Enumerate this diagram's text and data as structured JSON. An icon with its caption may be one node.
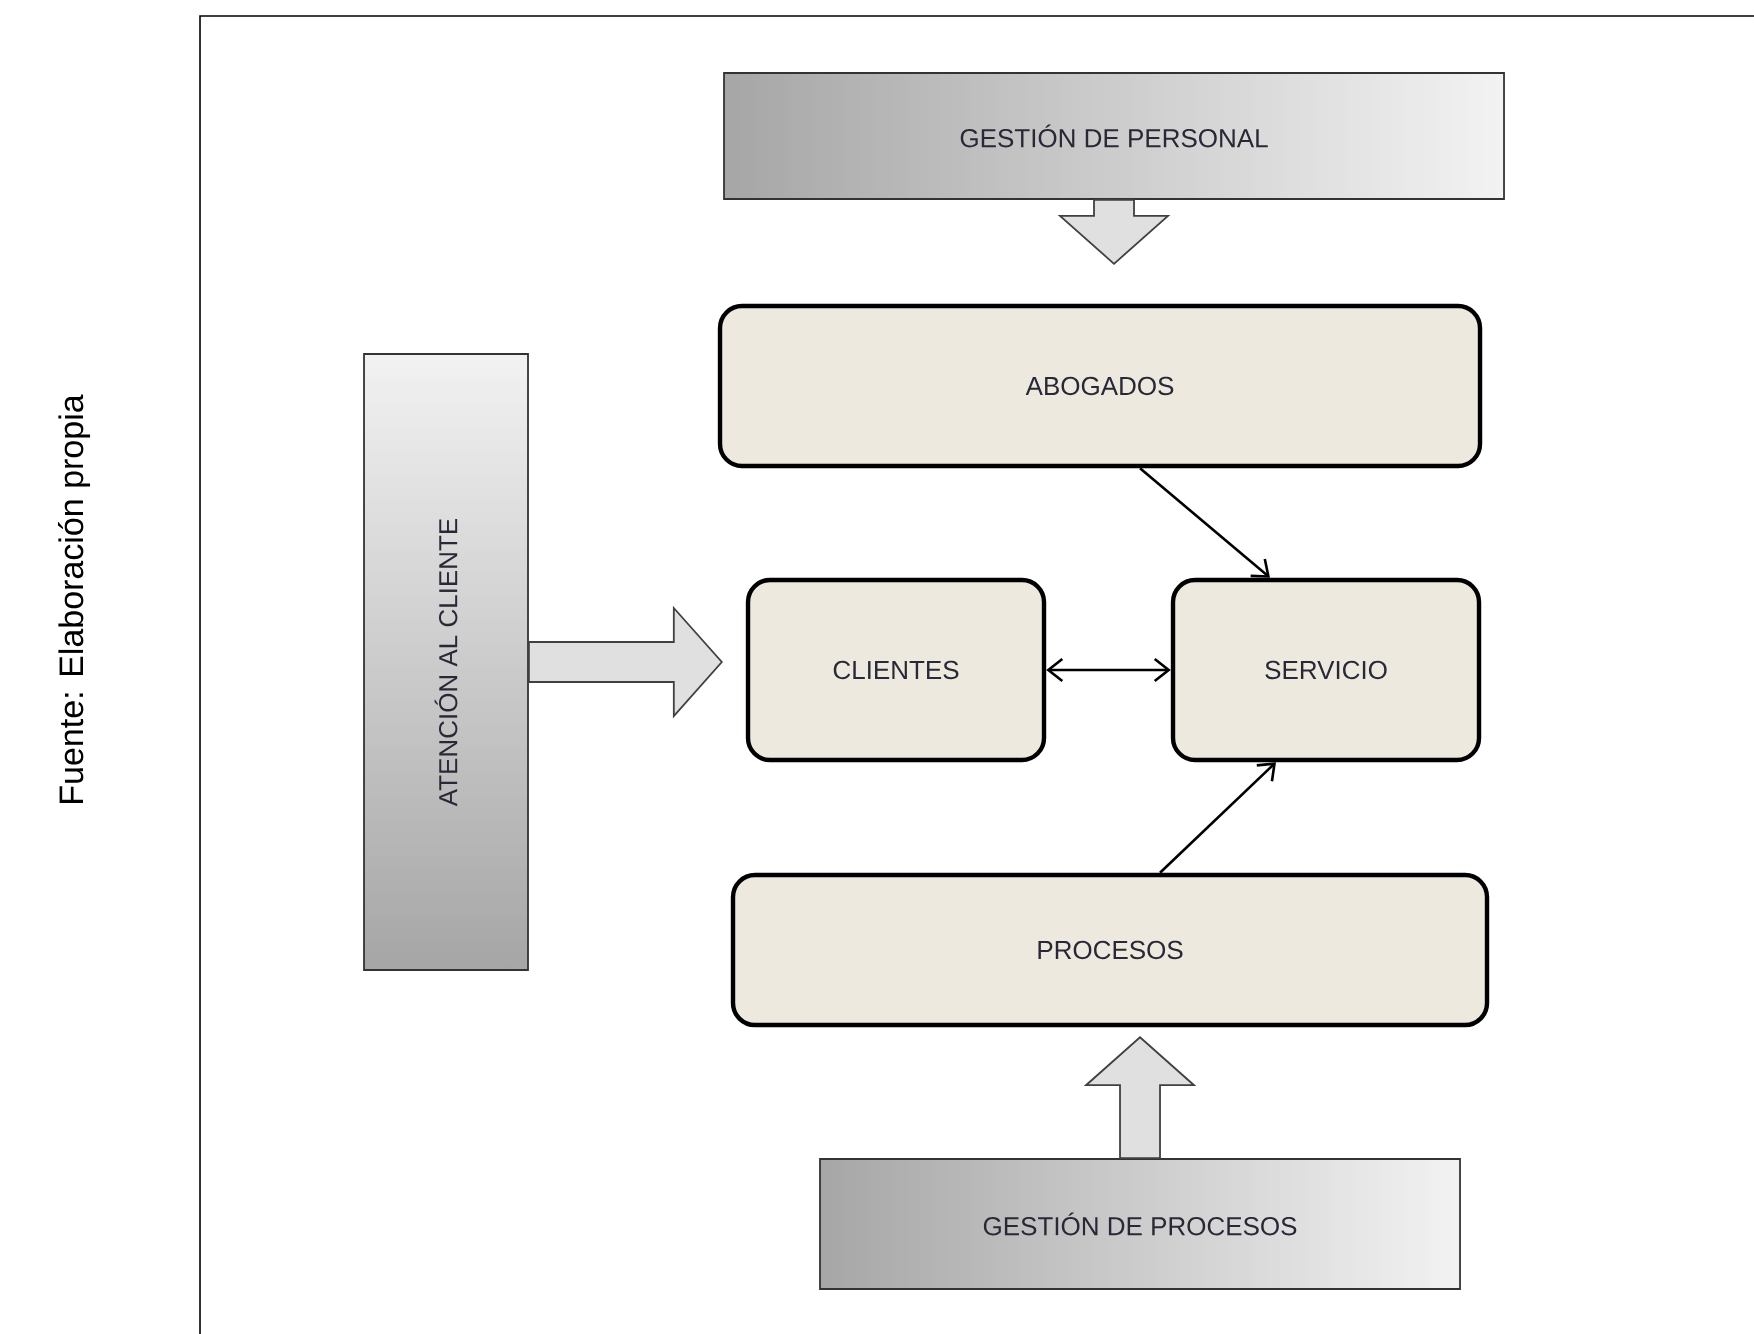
{
  "diagram": {
    "nodes": [
      {
        "text": [
          "GESTIÓN DE PERSONAL"
        ]
      },
      {
        "text": [
          "ATENCIÓN AL CLIENTE"
        ]
      },
      {
        "text": [
          "ABOGADOS"
        ]
      },
      {
        "text": [
          "CLIENTES"
        ]
      },
      {
        "text": [
          "SERVICIO"
        ]
      },
      {
        "text": [
          "PROCESOS"
        ]
      },
      {
        "text": [
          "GESTIÓN DE PROCESOS"
        ]
      }
    ],
    "edges": [
      {
        "from": 0,
        "to": 2,
        "arrow": "to",
        "style": "thick"
      },
      {
        "from": 1,
        "to": 3,
        "arrow": "to",
        "style": "thick"
      },
      {
        "from": 2,
        "to": 4,
        "arrow": "to"
      },
      {
        "from": 3,
        "to": 4,
        "arrow": "both"
      },
      {
        "from": 5,
        "to": 4,
        "arrow": "to"
      },
      {
        "from": 6,
        "to": 5,
        "arrow": "to",
        "style": "thick"
      }
    ],
    "labels": [
      "Fuente: Elaboración propia"
    ]
  }
}
